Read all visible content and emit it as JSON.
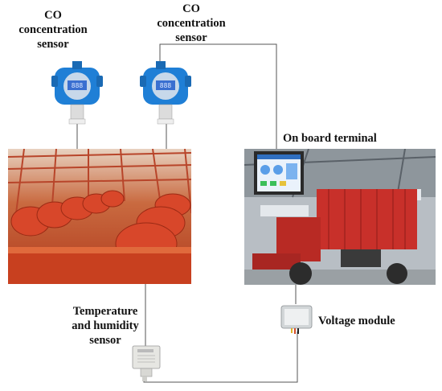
{
  "labels": {
    "co_sensor_1": [
      "CO",
      "concentration",
      "sensor"
    ],
    "co_sensor_2": [
      "CO",
      "concentration",
      "sensor"
    ],
    "on_board_terminal": "On board terminal",
    "temp_humidity_sensor": [
      "Temperature",
      "and humidity",
      "sensor"
    ],
    "voltage_module": "Voltage module"
  },
  "colors": {
    "sensor_body": "#1f7fd6",
    "sensor_display": "#3a6fd0",
    "cotton_machine_red": "#c8302a",
    "auger_red": "#d8472a",
    "wire": "#555555"
  }
}
